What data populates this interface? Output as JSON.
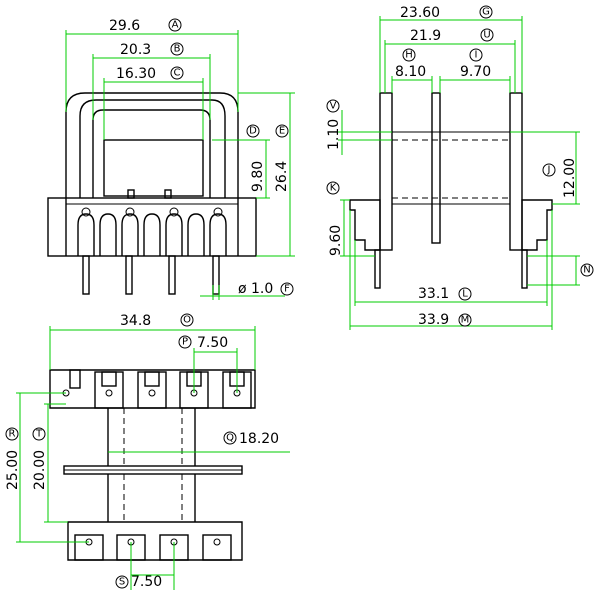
{
  "dimensions": {
    "A": {
      "value": "29.6",
      "letter": "A"
    },
    "B": {
      "value": "20.3",
      "letter": "B"
    },
    "C": {
      "value": "16.30",
      "letter": "C"
    },
    "D": {
      "value": "",
      "letter": "D"
    },
    "E": {
      "value": "26.4",
      "letter": "E"
    },
    "D_val": {
      "value": "9.80"
    },
    "F": {
      "value": "ø 1.0",
      "letter": "F"
    },
    "G": {
      "value": "23.60",
      "letter": "G"
    },
    "U": {
      "value": "21.9",
      "letter": "U"
    },
    "H": {
      "value": "8.10",
      "letter": "H"
    },
    "I": {
      "value": "9.70",
      "letter": "I"
    },
    "V": {
      "value": "1.10",
      "letter": "V"
    },
    "J": {
      "value": "12.00",
      "letter": "J"
    },
    "K": {
      "value": "9.60",
      "letter": "K"
    },
    "N": {
      "value": "",
      "letter": "N"
    },
    "L": {
      "value": "33.1",
      "letter": "L"
    },
    "M": {
      "value": "33.9",
      "letter": "M"
    },
    "O": {
      "value": "34.8",
      "letter": "O"
    },
    "P": {
      "value": "7.50",
      "letter": "P"
    },
    "Q": {
      "value": "18.20",
      "letter": "Q"
    },
    "R": {
      "value": "25.00",
      "letter": "R"
    },
    "T": {
      "value": "20.00",
      "letter": "T"
    },
    "S": {
      "value": "7.50",
      "letter": "S"
    }
  },
  "colors": {
    "dimension_line": "#00cc00",
    "part_outline": "#000000"
  }
}
